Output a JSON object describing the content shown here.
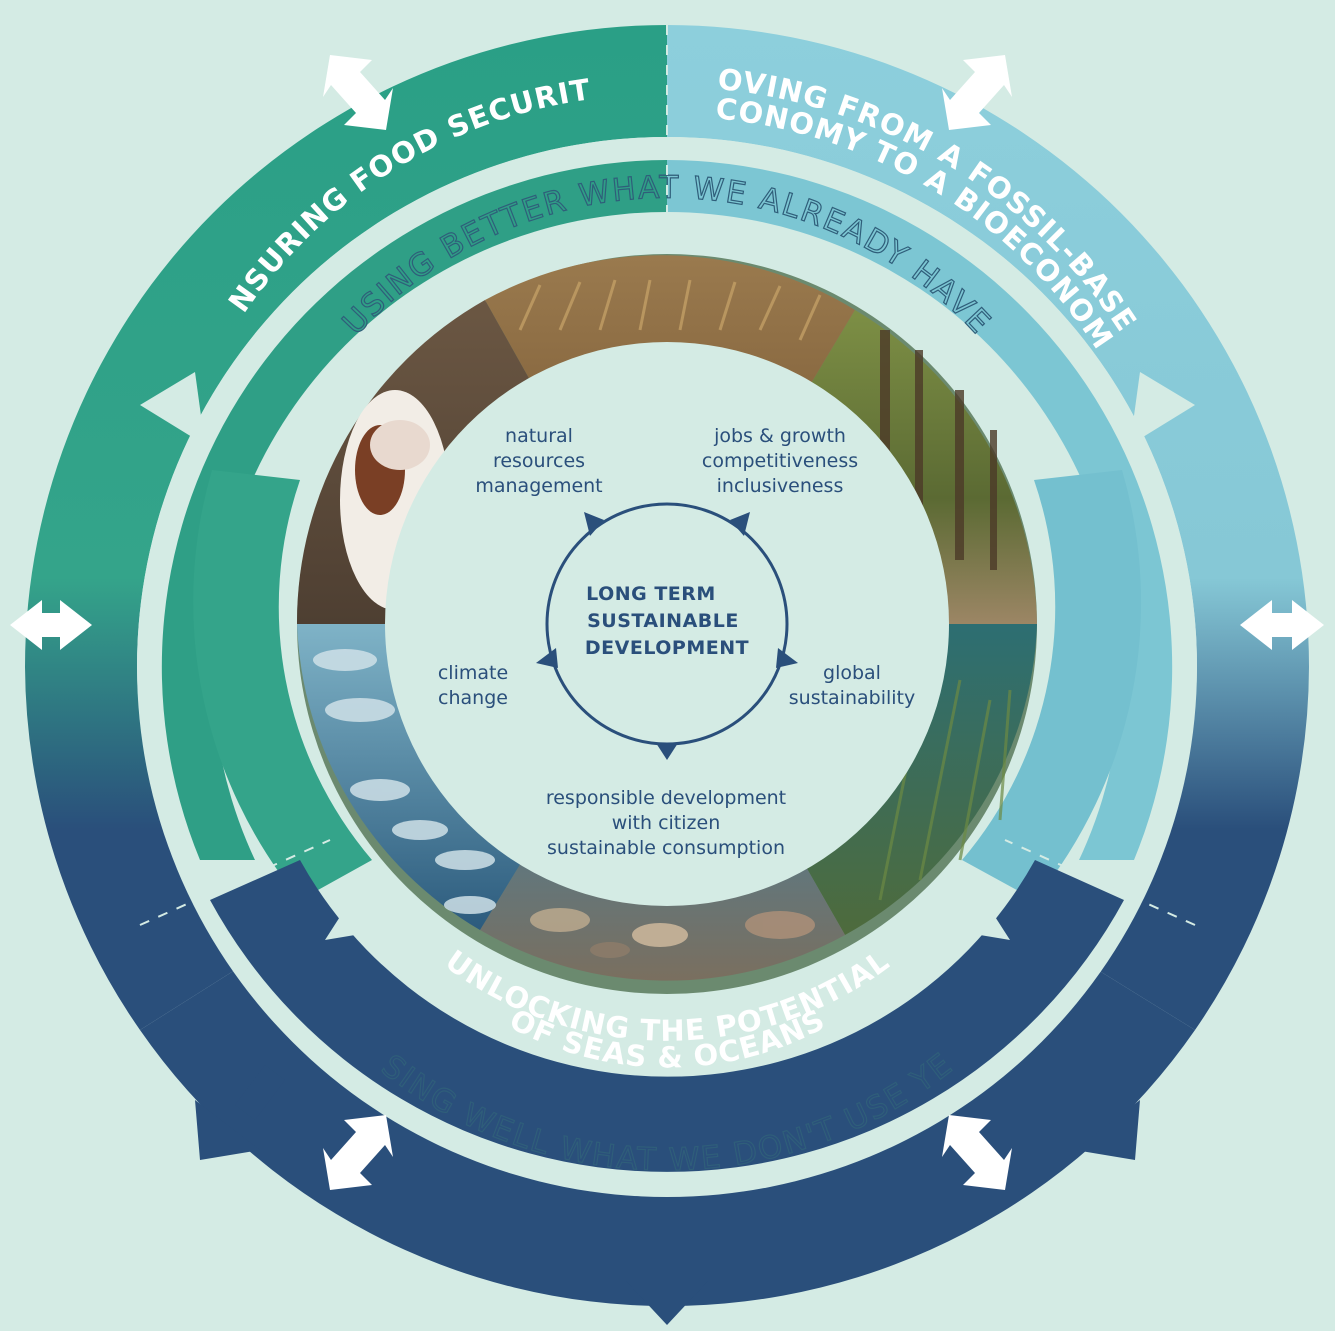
{
  "colors": {
    "background": "#d4ebe4",
    "food_security": "#33a286",
    "bioeconomy": "#8dcfdc",
    "seas_oceans": "#2a4f7b",
    "inner_disc": "#d4ebe4",
    "text_dark": "#2a4f7b"
  },
  "outer_segments": {
    "food_security": "ENSURING FOOD SECURITY",
    "bioeconomy_line1": "MOVING FROM A FOSSIL-BASED",
    "bioeconomy_line2": "ECONOMY TO A BIOECONOMY",
    "seas_line1": "UNLOCKING THE POTENTIAL",
    "seas_line2": "OF SEAS & OCEANS"
  },
  "middle_ring": {
    "top": "USING BETTER WHAT WE ALREADY HAVE",
    "bottom": "USING WELL WHAT WE DON'T USE YET"
  },
  "inner_circle": {
    "top_left": [
      "natural",
      "resources",
      "management"
    ],
    "top_right": [
      "jobs & growth",
      "competitiveness",
      "inclusiveness"
    ],
    "left": [
      "climate",
      "change"
    ],
    "right": [
      "global",
      "sustainability"
    ],
    "bottom": [
      "responsible development",
      "with citizen",
      "sustainable consumption"
    ]
  },
  "center": [
    "LONG TERM",
    "SUSTAINABLE",
    "DEVELOPMENT"
  ],
  "photos": [
    "wheat-field",
    "forest",
    "seagrass",
    "coral-reef",
    "fish-school",
    "cow"
  ]
}
